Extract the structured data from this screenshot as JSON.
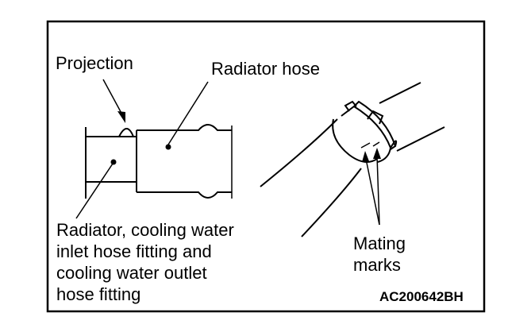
{
  "labels": {
    "projection": "Projection",
    "radiator_hose": "Radiator hose",
    "fitting": [
      "Radiator, cooling water",
      "inlet hose fitting and",
      "cooling water outlet",
      "hose fitting"
    ],
    "mating_marks": [
      "Mating",
      "marks"
    ]
  },
  "figure_code": "AC200642BH"
}
